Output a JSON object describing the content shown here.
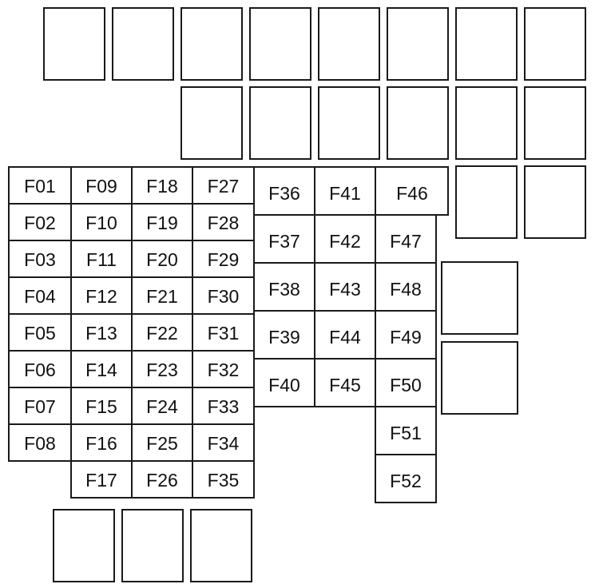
{
  "fuse_box": {
    "left_block": {
      "columns": [
        [
          "F01",
          "F02",
          "F03",
          "F04",
          "F05",
          "F06",
          "F07",
          "F08"
        ],
        [
          "F09",
          "F10",
          "F11",
          "F12",
          "F13",
          "F14",
          "F15",
          "F16",
          "F17"
        ],
        [
          "F18",
          "F19",
          "F20",
          "F21",
          "F22",
          "F23",
          "F24",
          "F25",
          "F26"
        ],
        [
          "F27",
          "F28",
          "F29",
          "F30",
          "F31",
          "F32",
          "F33",
          "F34",
          "F35"
        ]
      ]
    },
    "middle_block": {
      "columns": [
        [
          "F36",
          "F37",
          "F38",
          "F39",
          "F40"
        ],
        [
          "F41",
          "F42",
          "F43",
          "F44",
          "F45"
        ],
        [
          "F46",
          "F47",
          "F48",
          "F49",
          "F50",
          "F51",
          "F52"
        ]
      ]
    },
    "relays": {
      "top_row": 8,
      "second_row": 6,
      "third_row": 2,
      "right_column": 2,
      "bottom_row": 3
    }
  }
}
